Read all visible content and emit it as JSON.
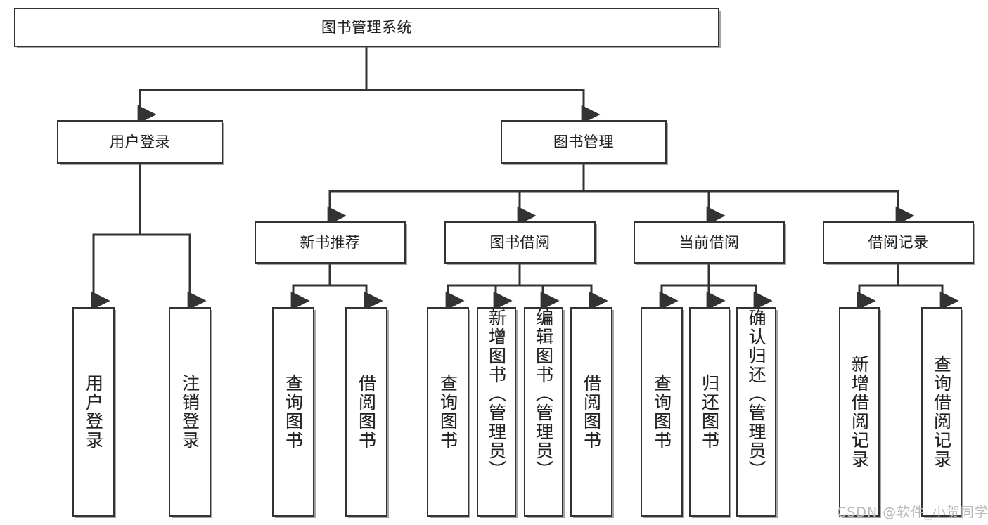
{
  "diagram": {
    "title": "图书管理系统",
    "type": "tree-hierarchy",
    "watermark": "CSDN @软件_小贺同学",
    "colors": {
      "box_border": "#333333",
      "box_fill": "#ffffff",
      "connector": "#333333",
      "watermark": "#b9b9b9"
    },
    "root": {
      "label": "图书管理系统"
    },
    "level2": [
      {
        "label": "用户登录"
      },
      {
        "label": "图书管理"
      }
    ],
    "level3": [
      {
        "label": "新书推荐"
      },
      {
        "label": "图书借阅"
      },
      {
        "label": "当前借阅"
      },
      {
        "label": "借阅记录"
      }
    ],
    "leaves": {
      "user_login": [
        {
          "label": "用户登录"
        },
        {
          "label": "注销登录"
        }
      ],
      "new_book": [
        {
          "label": "查询图书"
        },
        {
          "label": "借阅图书"
        }
      ],
      "book_borrow": [
        {
          "label": "查询图书"
        },
        {
          "label": "新增图书（管理员）"
        },
        {
          "label": "编辑图书（管理员）"
        },
        {
          "label": "借阅图书"
        }
      ],
      "current_borrow": [
        {
          "label": "查询图书"
        },
        {
          "label": "归还图书"
        },
        {
          "label": "确认归还（管理员）"
        }
      ],
      "borrow_record": [
        {
          "label": "新增借阅记录"
        },
        {
          "label": "查询借阅记录"
        }
      ]
    }
  }
}
